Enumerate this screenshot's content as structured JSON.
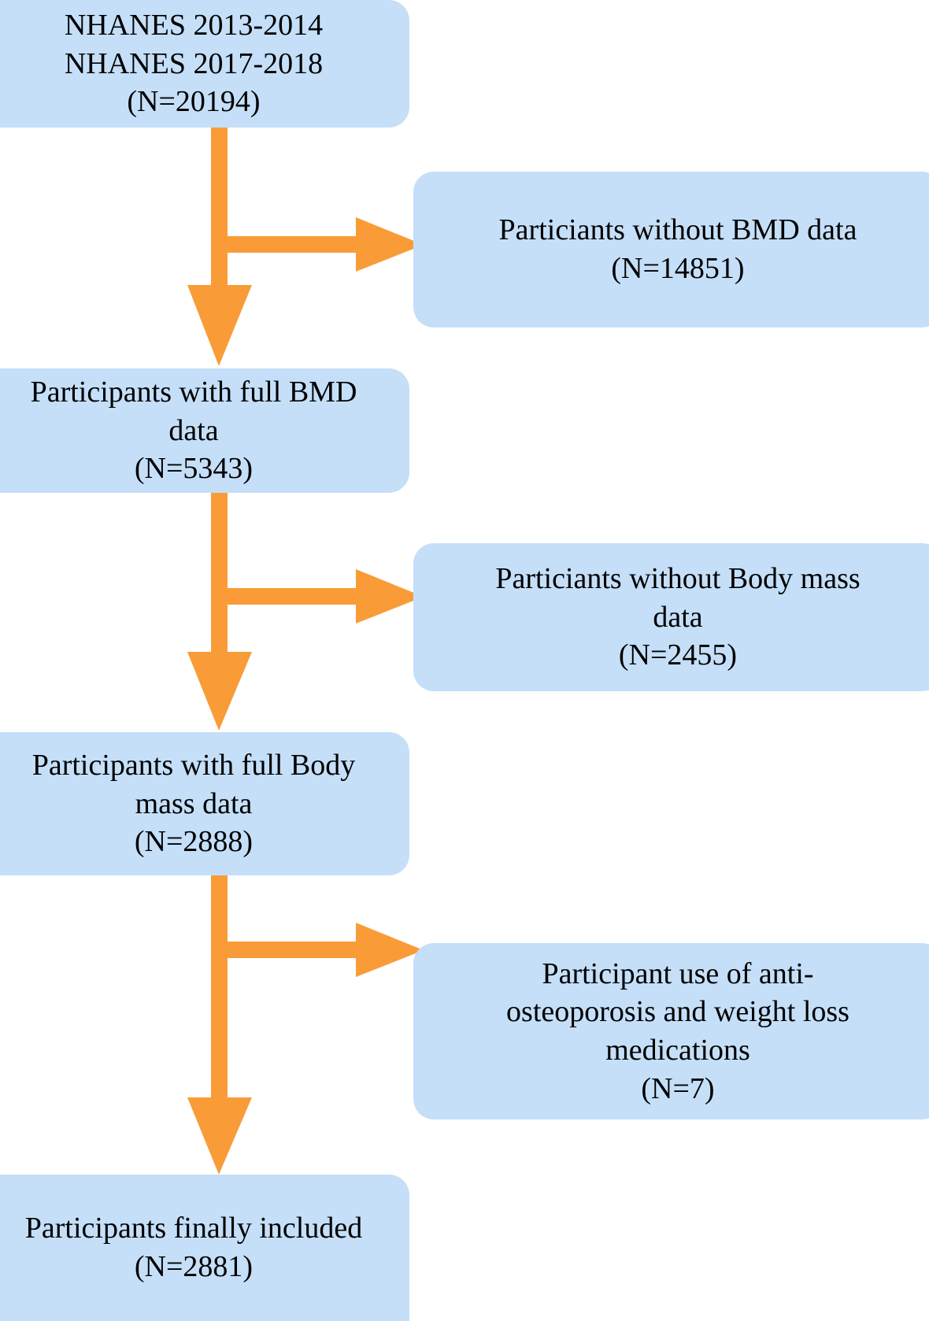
{
  "figure": {
    "type": "flowchart",
    "title": "NHANES participant selection flow diagram",
    "colors": {
      "node_fill": "#C5DFF8",
      "arrow": "#F99C38",
      "text": "#000000",
      "background": "#FFFFFF"
    }
  },
  "nodes": {
    "source": {
      "id": "source",
      "column": "left",
      "lines": [
        "NHANES 2013-2014",
        "NHANES 2017-2018",
        "(N=20194)"
      ],
      "count": 20194
    },
    "excluded_bmd": {
      "id": "excluded_bmd",
      "column": "right",
      "lines": [
        "Particiants without BMD data",
        "(N=14851)"
      ],
      "count": 14851
    },
    "with_bmd": {
      "id": "with_bmd",
      "column": "left",
      "lines": [
        "Participants with full BMD",
        "data",
        "(N=5343)"
      ],
      "count": 5343
    },
    "excluded_mass": {
      "id": "excluded_mass",
      "column": "right",
      "lines": [
        "Particiants without Body mass",
        "data",
        "(N=2455)"
      ],
      "count": 2455
    },
    "with_mass": {
      "id": "with_mass",
      "column": "left",
      "lines": [
        "Participants with full Body",
        "mass data",
        "(N=2888)"
      ],
      "count": 2888
    },
    "excluded_meds": {
      "id": "excluded_meds",
      "column": "right",
      "lines": [
        "Participant use of anti-",
        "osteoporosis and weight loss",
        "medications",
        "(N=7)"
      ],
      "count": 7
    },
    "final": {
      "id": "final",
      "column": "left",
      "lines": [
        "Participants finally included",
        "(N=2881)"
      ],
      "count": 2881
    }
  },
  "connectors": [
    {
      "id": "conn-1",
      "from": "source",
      "down_to": "with_bmd",
      "branch_to": "excluded_bmd"
    },
    {
      "id": "conn-2",
      "from": "with_bmd",
      "down_to": "with_mass",
      "branch_to": "excluded_mass"
    },
    {
      "id": "conn-3",
      "from": "with_mass",
      "down_to": "final",
      "branch_to": "excluded_meds"
    }
  ]
}
